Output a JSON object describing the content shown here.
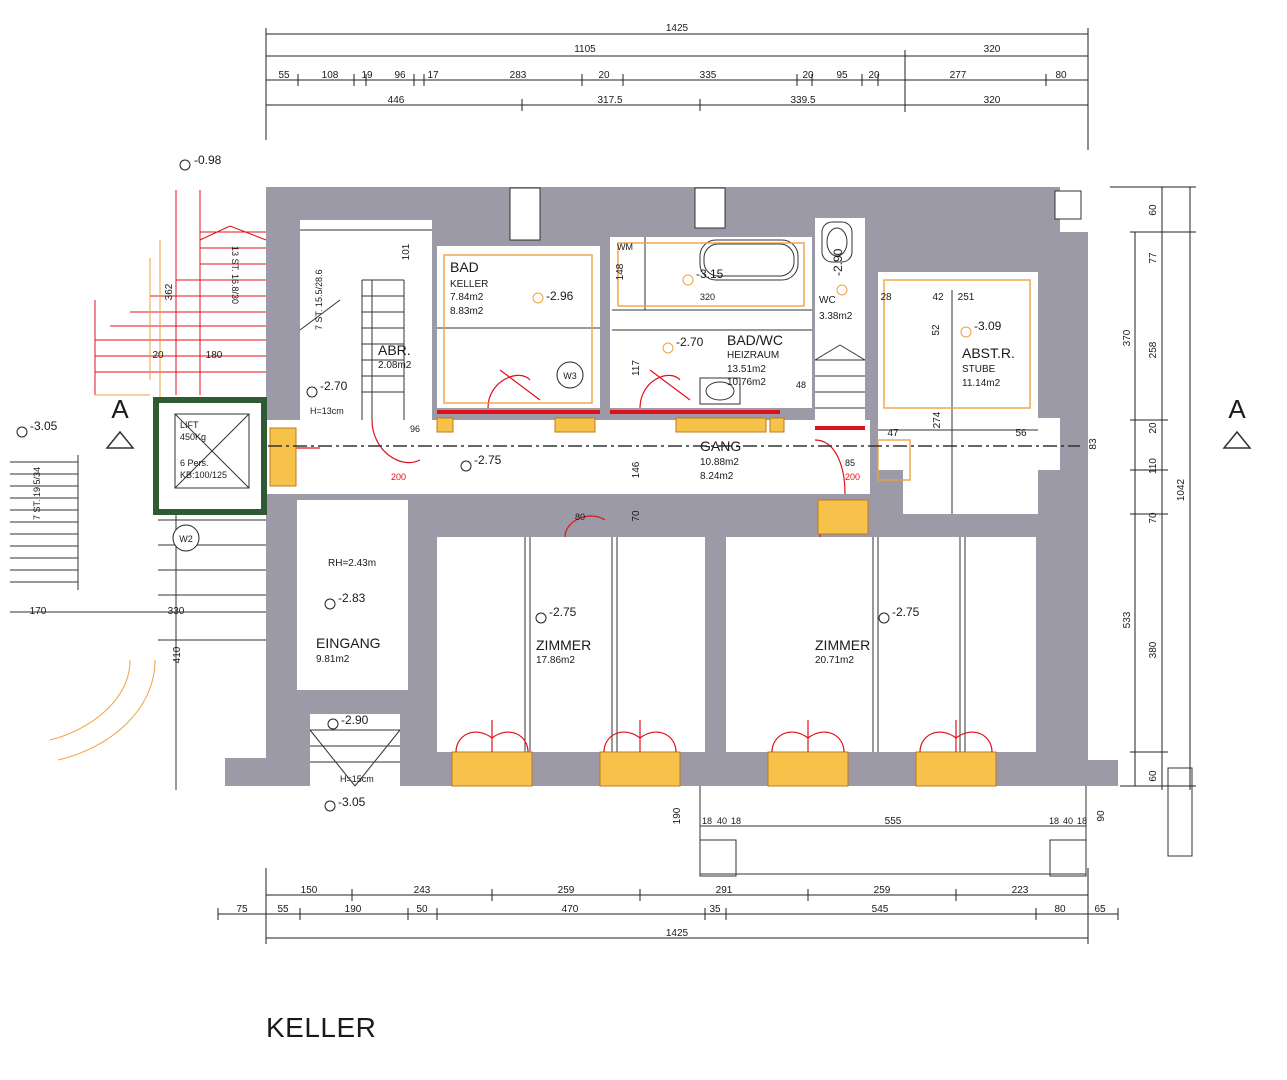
{
  "title": "KELLER",
  "colors": {
    "wall": "#9b9aa6",
    "red": "#e0101a",
    "orange": "#f2a040",
    "yellow": "#f6c24a",
    "lift_frame": "#2f5a33"
  },
  "dims": {
    "top_total": "1425",
    "top_row2": [
      "1105",
      "320"
    ],
    "top_row3": [
      "55",
      "108",
      "19",
      "96",
      "17",
      "283",
      "20",
      "335",
      "20",
      "95",
      "20",
      "277",
      "80"
    ],
    "top_row4": [
      "446",
      "317.5",
      "339.5",
      "320"
    ],
    "bottom_row1": [
      "150",
      "243",
      "259",
      "291",
      "259",
      "223"
    ],
    "bottom_row2": [
      "75",
      "55",
      "190",
      "50",
      "470",
      "35",
      "545",
      "80",
      "65"
    ],
    "bottom_total": "1425",
    "right_total": "1042",
    "right_inner": [
      "370",
      "258",
      "20",
      "110",
      "70",
      "533",
      "380",
      "60"
    ],
    "right_col": [
      "60",
      "77",
      "83",
      "90"
    ],
    "misc": [
      "170",
      "330",
      "410",
      "190",
      "555",
      "18",
      "40",
      "18",
      "18",
      "40",
      "18",
      "362",
      "180",
      "20",
      "148",
      "146",
      "117",
      "70",
      "101",
      "274",
      "251",
      "47",
      "56",
      "28",
      "42",
      "52"
    ]
  },
  "levels": {
    "top_left": "-0.98",
    "left": "-3.05",
    "stair": "-2.70",
    "bad": "-2.96",
    "badwc_top": "-3.15",
    "badwc": "-2.70",
    "wc": "-2.90",
    "abst": "-3.09",
    "gang": "-2.75",
    "eingang": "-2.83",
    "zimmer1": "-2.75",
    "zimmer2": "-2.75",
    "entry_stair": "-2.90",
    "bottom": "-3.05"
  },
  "rooms": {
    "bad": {
      "name": "BAD",
      "sub": "KELLER",
      "area1": "7.84m2",
      "area2": "8.83m2"
    },
    "abr": {
      "name": "ABR.",
      "area": "2.08m2"
    },
    "badwc": {
      "name": "BAD/WC",
      "sub": "HEIZRAUM",
      "area1": "13.51m2",
      "area2": "10.76m2"
    },
    "wc": {
      "name": "WC",
      "area": "3.38m2"
    },
    "abst": {
      "name": "ABST.R.",
      "sub": "STUBE",
      "area": "11.14m2"
    },
    "gang": {
      "name": "GANG",
      "area1": "10.88m2",
      "area2": "8.24m2"
    },
    "eingang": {
      "name": "EINGANG",
      "area": "9.81m2",
      "rh": "RH=2.43m"
    },
    "zimmer1": {
      "name": "ZIMMER",
      "area": "17.86m2"
    },
    "zimmer2": {
      "name": "ZIMMER",
      "area": "20.71m2"
    },
    "lift": {
      "l1": "LIFT",
      "l2": "450Kg",
      "l3": "6 Pers.",
      "l4": "KB:100/125"
    }
  },
  "labels": {
    "section_a": "A",
    "w3": "W3",
    "w2": "W2",
    "wm": "WM",
    "h13": "H=13cm",
    "h15": "H=15cm",
    "stair_note": "7 ST. 15.5/28.6",
    "stair_left": "13 ST. 16.8/30",
    "stair_low": "7 ST. 19.5/34",
    "d200": "200",
    "d320": "320",
    "d96": "96",
    "d80": "80",
    "d85": "85",
    "d48": "48"
  }
}
